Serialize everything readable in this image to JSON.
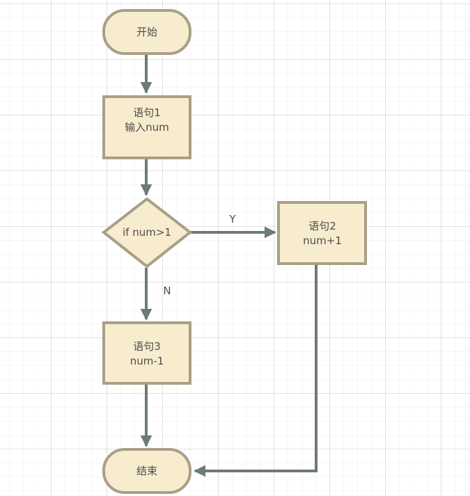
{
  "colors": {
    "node_fill": "#f8ecce",
    "node_stroke": "#a89f88",
    "connector": "#6d7a76",
    "text": "#4d4d4d",
    "grid": "#e6e6e6"
  },
  "nodes": {
    "start": {
      "label": "开始"
    },
    "statement1": {
      "line1": "语句1",
      "line2": "输入num"
    },
    "condition": {
      "label": "if num>1"
    },
    "statement2": {
      "line1": "语句2",
      "line2": "num+1"
    },
    "statement3": {
      "line1": "语句3",
      "line2": "num-1"
    },
    "end": {
      "label": "结束"
    }
  },
  "edges": {
    "yes_label": "Y",
    "no_label": "N"
  }
}
